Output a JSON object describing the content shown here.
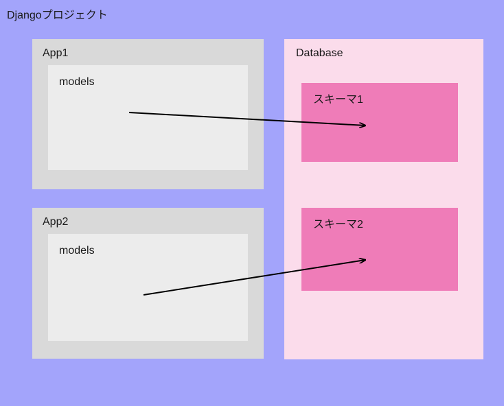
{
  "diagram": {
    "title": "Djangoプロジェクト",
    "background_color": "#a3a4fb",
    "apps": [
      {
        "label": "App1",
        "fill": "#d9d9d9",
        "inner": {
          "label": "models",
          "fill": "#ececec"
        }
      },
      {
        "label": "App2",
        "fill": "#d9d9d9",
        "inner": {
          "label": "models",
          "fill": "#ececec"
        }
      }
    ],
    "database": {
      "label": "Database",
      "fill": "#fbdceb",
      "schemas": [
        {
          "label": "スキーマ1",
          "fill": "#ef7cb8"
        },
        {
          "label": "スキーマ2",
          "fill": "#ef7cb8"
        }
      ]
    },
    "connections": [
      {
        "name": "app1-models-to-schema1",
        "from": "App1 models",
        "to": "スキーマ1",
        "color": "#000000"
      },
      {
        "name": "app2-models-to-schema2",
        "from": "App2 models",
        "to": "スキーマ2",
        "color": "#000000"
      }
    ]
  }
}
